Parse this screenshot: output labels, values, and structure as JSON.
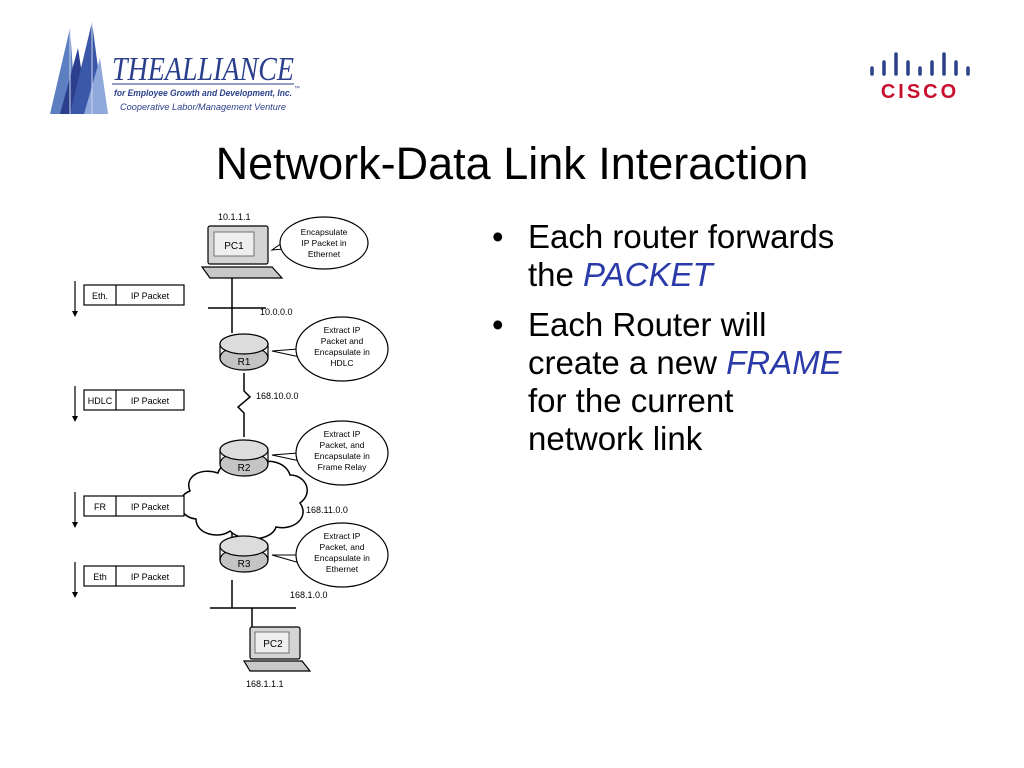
{
  "logo_left": {
    "brand": "THEALLIANCE",
    "line1": "for Employee Growth and Development, Inc.",
    "line2": "Cooperative Labor/Management Venture",
    "tm": "™"
  },
  "logo_right": {
    "word": "CISCO"
  },
  "title": "Network-Data Link Interaction",
  "diagram": {
    "pc1": {
      "label": "PC1",
      "ip": "10.1.1.1"
    },
    "pc2": {
      "label": "PC2",
      "ip": "168.1.1.1"
    },
    "routers": [
      {
        "label": "R1"
      },
      {
        "label": "R2"
      },
      {
        "label": "R3"
      }
    ],
    "networks": [
      "10.0.0.0",
      "168.10.0.0",
      "168.11.0.0",
      "168.1.0.0"
    ],
    "bubbles": [
      [
        "Encapsulate",
        "IP Packet in",
        "Ethernet"
      ],
      [
        "Extract IP",
        "Packet and",
        "Encapsulate in",
        "HDLC"
      ],
      [
        "Extract IP",
        "Packet, and",
        "Encapsulate in",
        "Frame Relay"
      ],
      [
        "Extract IP",
        "Packet, and",
        "Encapsulate in",
        "Ethernet"
      ]
    ],
    "frames": [
      {
        "header": "Eth.",
        "payload": "IP Packet"
      },
      {
        "header": "HDLC",
        "payload": "IP Packet"
      },
      {
        "header": "FR",
        "payload": "IP Packet"
      },
      {
        "header": "Eth",
        "payload": "IP Packet"
      }
    ]
  },
  "bullets": [
    {
      "before": "Each router forwards",
      "line2": "the ",
      "emph": "PACKET"
    },
    {
      "before": "Each Router will",
      "line2": "create a new ",
      "emph": "FRAME",
      "after1": "for the current",
      "after2": "network link"
    }
  ],
  "colors": {
    "emphasis": "#2a3aa8",
    "logo_blue": "#2b3f8c",
    "cisco_red": "#c8102e",
    "router_fill": "#c4c4c4"
  }
}
